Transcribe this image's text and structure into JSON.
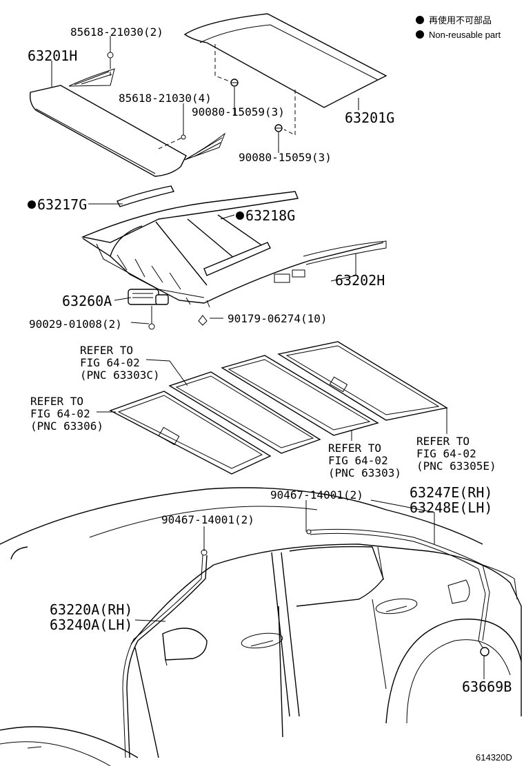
{
  "legend": {
    "jp": "再使用不可部品",
    "en": "Non-reusable part"
  },
  "labels": {
    "l85618a": "85618-21030(2)",
    "l63201H": "63201H",
    "l85618b": "85618-21030(4)",
    "l90080a": "90080-15059(3)",
    "l63201G": "63201G",
    "l90080b": "90080-15059(3)",
    "l63217G": "63217G",
    "l63218G": "63218G",
    "l63202H": "63202H",
    "l63260A": "63260A",
    "l90029": "90029-01008(2)",
    "l90179": "90179-06274(10)",
    "l90467a": "90467-14001(2)",
    "l90467b": "90467-14001(2)",
    "l63247E": "63247E(RH)",
    "l63248E": "63248E(LH)",
    "l63220A": "63220A(RH)",
    "l63240A": "63240A(LH)",
    "l63669B": "63669B",
    "diagram_code": "614320D"
  },
  "refers": {
    "r1": [
      "REFER TO",
      "FIG 64-02",
      "(PNC 63303C)"
    ],
    "r2": [
      "REFER TO",
      "FIG 64-02",
      "(PNC 63306)"
    ],
    "r3": [
      "REFER TO",
      "FIG 64-02",
      "(PNC 63303)"
    ],
    "r4": [
      "REFER TO",
      "FIG 64-02",
      "(PNC 63305E)"
    ]
  },
  "colors": {
    "ink": "#000000",
    "paper": "#ffffff"
  }
}
